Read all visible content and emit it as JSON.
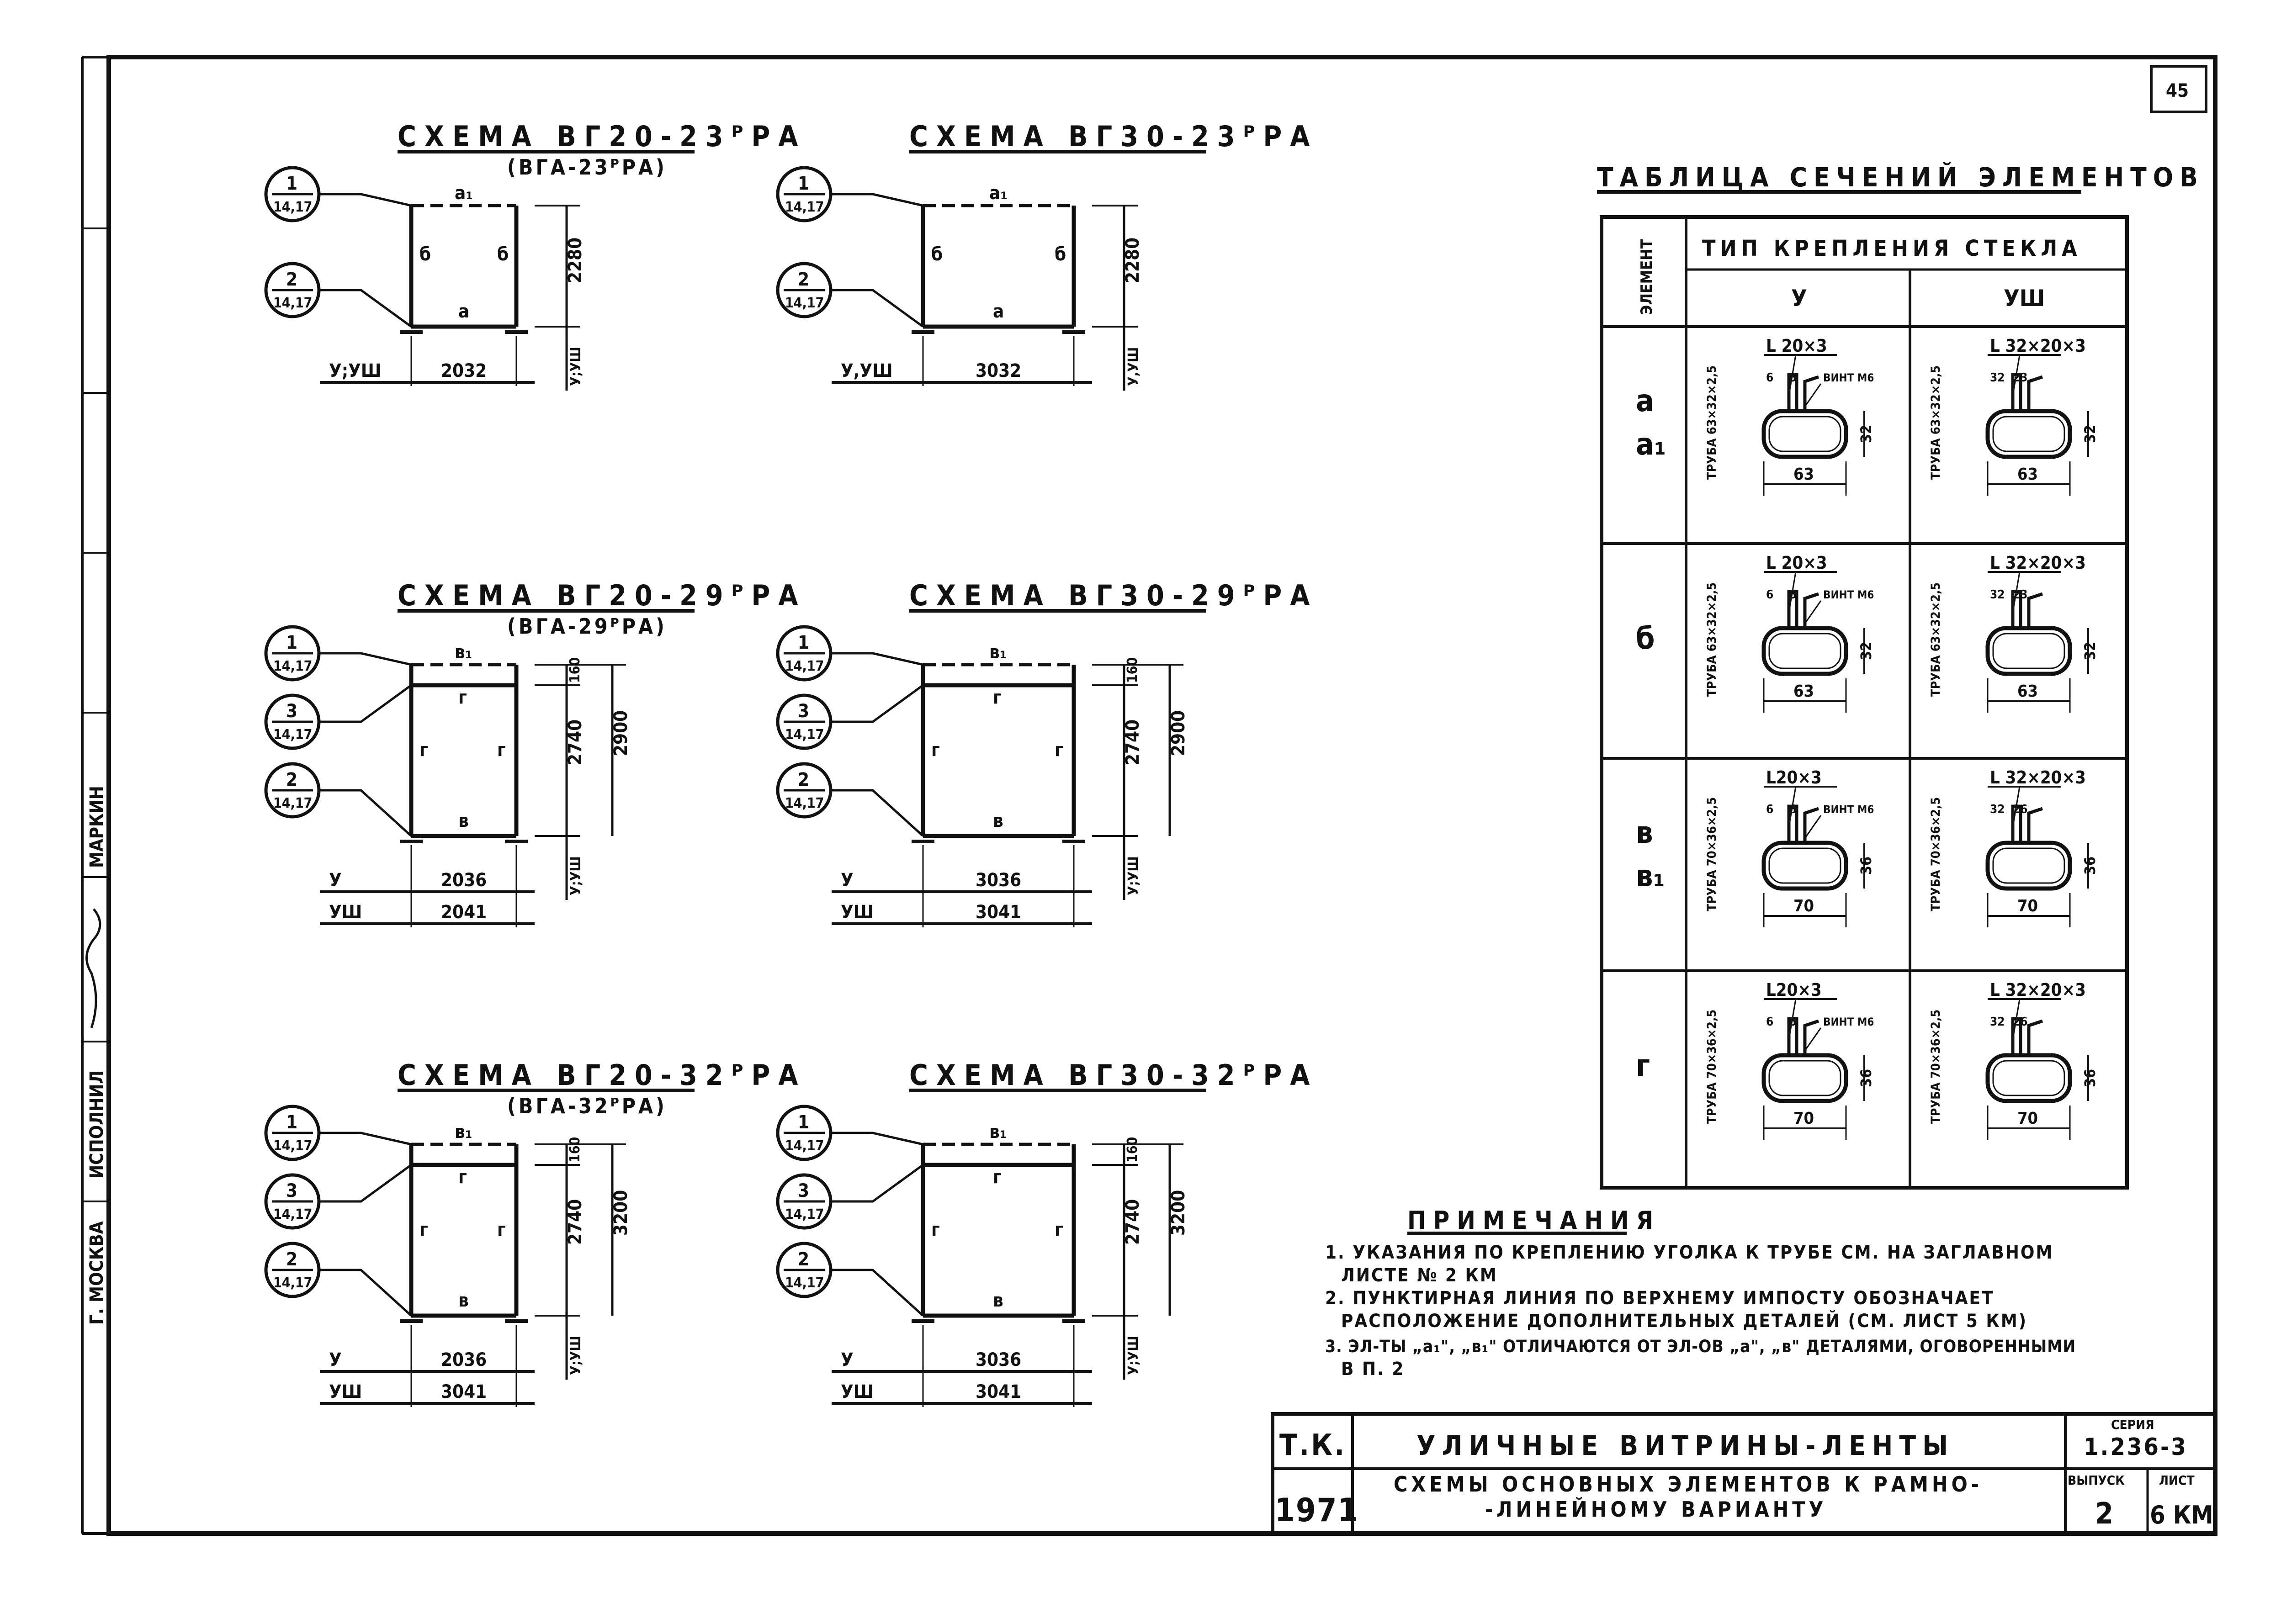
{
  "sheet_number": "45",
  "left_strip": {
    "labels": [
      "МАРКИН",
      "ИСПОЛНИЛ",
      "Г. МОСКВА"
    ]
  },
  "schemes": [
    {
      "title": "СХЕМА ВГ20-23ᴾРА",
      "subtitle": "(ВГА-23ᴾРА)",
      "height": "2280",
      "side_label": "У;УШ",
      "top_label": "а₁",
      "post_label": "б",
      "bottom_label": "а",
      "markers": [
        {
          "num": "1",
          "ref": "14,17"
        },
        {
          "num": "2",
          "ref": "14,17"
        }
      ],
      "rows": [
        {
          "label": "У;УШ",
          "value": "2032"
        }
      ]
    },
    {
      "title": "СХЕМА ВГ30-23ᴾРА",
      "subtitle": "",
      "height": "2280",
      "side_label": "У,УШ",
      "top_label": "а₁",
      "post_label": "б",
      "bottom_label": "а",
      "markers": [
        {
          "num": "1",
          "ref": "14,17"
        },
        {
          "num": "2",
          "ref": "14,17"
        }
      ],
      "rows": [
        {
          "label": "У,УШ",
          "value": "3032"
        }
      ]
    },
    {
      "title": "СХЕМА ВГ20-29ᴾРА",
      "subtitle": "(ВГА-29ᴾРА)",
      "height": "2900",
      "height_inner": "2740",
      "height_top": "160",
      "side_label": "У;УШ",
      "top_label": "в₁",
      "post_label": "г",
      "bottom_label": "в",
      "markers": [
        {
          "num": "1",
          "ref": "14,17"
        },
        {
          "num": "3",
          "ref": "14,17"
        },
        {
          "num": "2",
          "ref": "14,17"
        }
      ],
      "rows": [
        {
          "label": "У",
          "value": "2036"
        },
        {
          "label": "УШ",
          "value": "2041"
        }
      ]
    },
    {
      "title": "СХЕМА ВГ30-29ᴾРА",
      "subtitle": "",
      "height": "2900",
      "height_inner": "2740",
      "height_top": "160",
      "side_label": "У;УШ",
      "top_label": "в₁",
      "post_label": "г",
      "bottom_label": "в",
      "markers": [
        {
          "num": "1",
          "ref": "14,17"
        },
        {
          "num": "3",
          "ref": "14,17"
        },
        {
          "num": "2",
          "ref": "14,17"
        }
      ],
      "rows": [
        {
          "label": "У",
          "value": "3036"
        },
        {
          "label": "УШ",
          "value": "3041"
        }
      ]
    },
    {
      "title": "СХЕМА ВГ20-32ᴾРА",
      "subtitle": "(ВГА-32ᴾРА)",
      "height": "3200",
      "height_inner": "2740",
      "height_top": "160",
      "side_label": "У;УШ",
      "top_label": "в₁",
      "post_label": "г",
      "bottom_label": "в",
      "markers": [
        {
          "num": "1",
          "ref": "14,17"
        },
        {
          "num": "3",
          "ref": "14,17"
        },
        {
          "num": "2",
          "ref": "14,17"
        }
      ],
      "rows": [
        {
          "label": "У",
          "value": "2036"
        },
        {
          "label": "УШ",
          "value": "3041"
        }
      ]
    },
    {
      "title": "СХЕМА ВГ30-32ᴾРА",
      "subtitle": "",
      "height": "3200",
      "height_inner": "2740",
      "height_top": "160",
      "side_label": "У;УШ",
      "top_label": "в₁",
      "post_label": "г",
      "bottom_label": "в",
      "markers": [
        {
          "num": "1",
          "ref": "14,17"
        },
        {
          "num": "3",
          "ref": "14,17"
        },
        {
          "num": "2",
          "ref": "14,17"
        }
      ],
      "rows": [
        {
          "label": "У",
          "value": "3036"
        },
        {
          "label": "УШ",
          "value": "3041"
        }
      ]
    }
  ],
  "table": {
    "title": "ТАБЛИЦА СЕЧЕНИЙ ЭЛЕМЕНТОВ",
    "col_element": "ЭЛЕМЕНТ",
    "col_group": "ТИП КРЕПЛЕНИЯ СТЕКЛА",
    "col_u": "У",
    "col_ush": "УШ",
    "rows": [
      {
        "element": "а\nа₁",
        "u": {
          "angle": "L 20×3",
          "pipe": "ТРУБА 63×32×2,5",
          "w": "63",
          "h": "32",
          "d1": "6",
          "d2": "6",
          "screw": "ВИНТ М6"
        },
        "ush": {
          "angle": "L 32×20×3",
          "pipe": "ТРУБА 63×32×2,5",
          "w": "63",
          "h": "32",
          "d1": "32",
          "d2": "23"
        }
      },
      {
        "element": "б",
        "u": {
          "angle": "L 20×3",
          "pipe": "ТРУБА 63×32×2,5",
          "w": "63",
          "h": "32",
          "d1": "6",
          "d2": "6",
          "screw": "ВИНТ М6"
        },
        "ush": {
          "angle": "L 32×20×3",
          "pipe": "ТРУБА 63×32×2,5",
          "w": "63",
          "h": "32",
          "d1": "32",
          "d2": "23"
        }
      },
      {
        "element": "в\nв₁",
        "u": {
          "angle": "L20×3",
          "pipe": "ТРУБА 70×36×2,5",
          "w": "70",
          "h": "36",
          "d1": "6",
          "d2": "6",
          "screw": "ВИНТ М6"
        },
        "ush": {
          "angle": "L 32×20×3",
          "pipe": "ТРУБА 70×36×2,5",
          "w": "70",
          "h": "36",
          "d1": "32",
          "d2": "26"
        }
      },
      {
        "element": "г",
        "u": {
          "angle": "L20×3",
          "pipe": "ТРУБА 70×36×2,5",
          "w": "70",
          "h": "36",
          "d1": "6",
          "d2": "6",
          "screw": "ВИНТ М6"
        },
        "ush": {
          "angle": "L 32×20×3",
          "pipe": "ТРУБА 70×36×2,5",
          "w": "70",
          "h": "36",
          "d1": "32",
          "d2": "26"
        }
      }
    ]
  },
  "notes": {
    "title": "ПРИМЕЧАНИЯ",
    "items": [
      "1. УКАЗАНИЯ ПО КРЕПЛЕНИЮ УГОЛКА К ТРУБЕ СМ. НА ЗАГЛАВНОМ",
      "ЛИСТЕ № 2 КМ",
      "2. ПУНКТИРНАЯ ЛИНИЯ ПО ВЕРХНЕМУ ИМПОСТУ ОБОЗНАЧАЕТ",
      "РАСПОЛОЖЕНИЕ ДОПОЛНИТЕЛЬНЫХ ДЕТАЛЕЙ (СМ. ЛИСТ 5 КМ)",
      "3. ЭЛ-ТЫ „а₁\", „в₁\" ОТЛИЧАЮТСЯ ОТ ЭЛ-ОВ „а\", „в\" ДЕТАЛЯМИ, ОГОВОРЕННЫМИ",
      "В П. 2"
    ]
  },
  "stamp": {
    "tk": "Т.К.",
    "year": "1971",
    "name": "УЛИЧНЫЕ ВИТРИНЫ-ЛЕНТЫ",
    "desc1": "СХЕМЫ ОСНОВНЫХ ЭЛЕМЕНТОВ К РАМНО-",
    "desc2": "-ЛИНЕЙНОМУ ВАРИАНТУ",
    "series_label": "СЕРИЯ",
    "series": "1.236-3",
    "issue_label": "ВЫПУСК",
    "issue": "2",
    "sheet_label": "ЛИСТ",
    "sheet": "6 КМ"
  }
}
